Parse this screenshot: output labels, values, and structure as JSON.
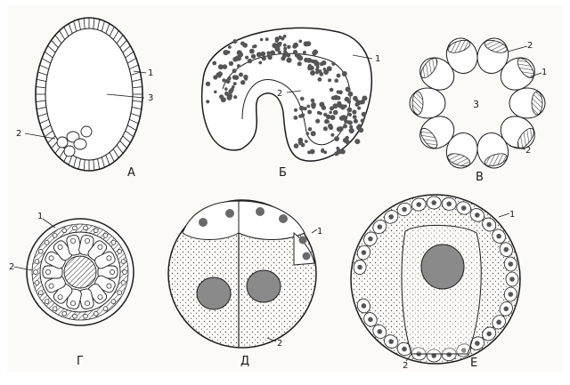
{
  "palette": {
    "paper": "#fbfaf7",
    "ink": "#1d1d1d",
    "shade": "#8c8c8c",
    "dots": "#6d6d6d"
  },
  "panels": [
    {
      "id": "A",
      "caption": "А",
      "labels": {
        "l1": "1",
        "l2": "2",
        "l3": "3"
      }
    },
    {
      "id": "B",
      "caption": "Б",
      "labels": {
        "l1": "1",
        "l2": "2"
      }
    },
    {
      "id": "V",
      "caption": "В",
      "labels": {
        "l1": "1",
        "l2a": "2",
        "l2b": "2",
        "l3": "3"
      }
    },
    {
      "id": "G",
      "caption": "Г",
      "labels": {
        "l1": "1",
        "l2": "2"
      }
    },
    {
      "id": "D",
      "caption": "Д",
      "labels": {
        "l1": "1",
        "l2": "2"
      }
    },
    {
      "id": "E",
      "caption": "Е",
      "labels": {
        "l1": "1",
        "l2": "2"
      }
    }
  ]
}
